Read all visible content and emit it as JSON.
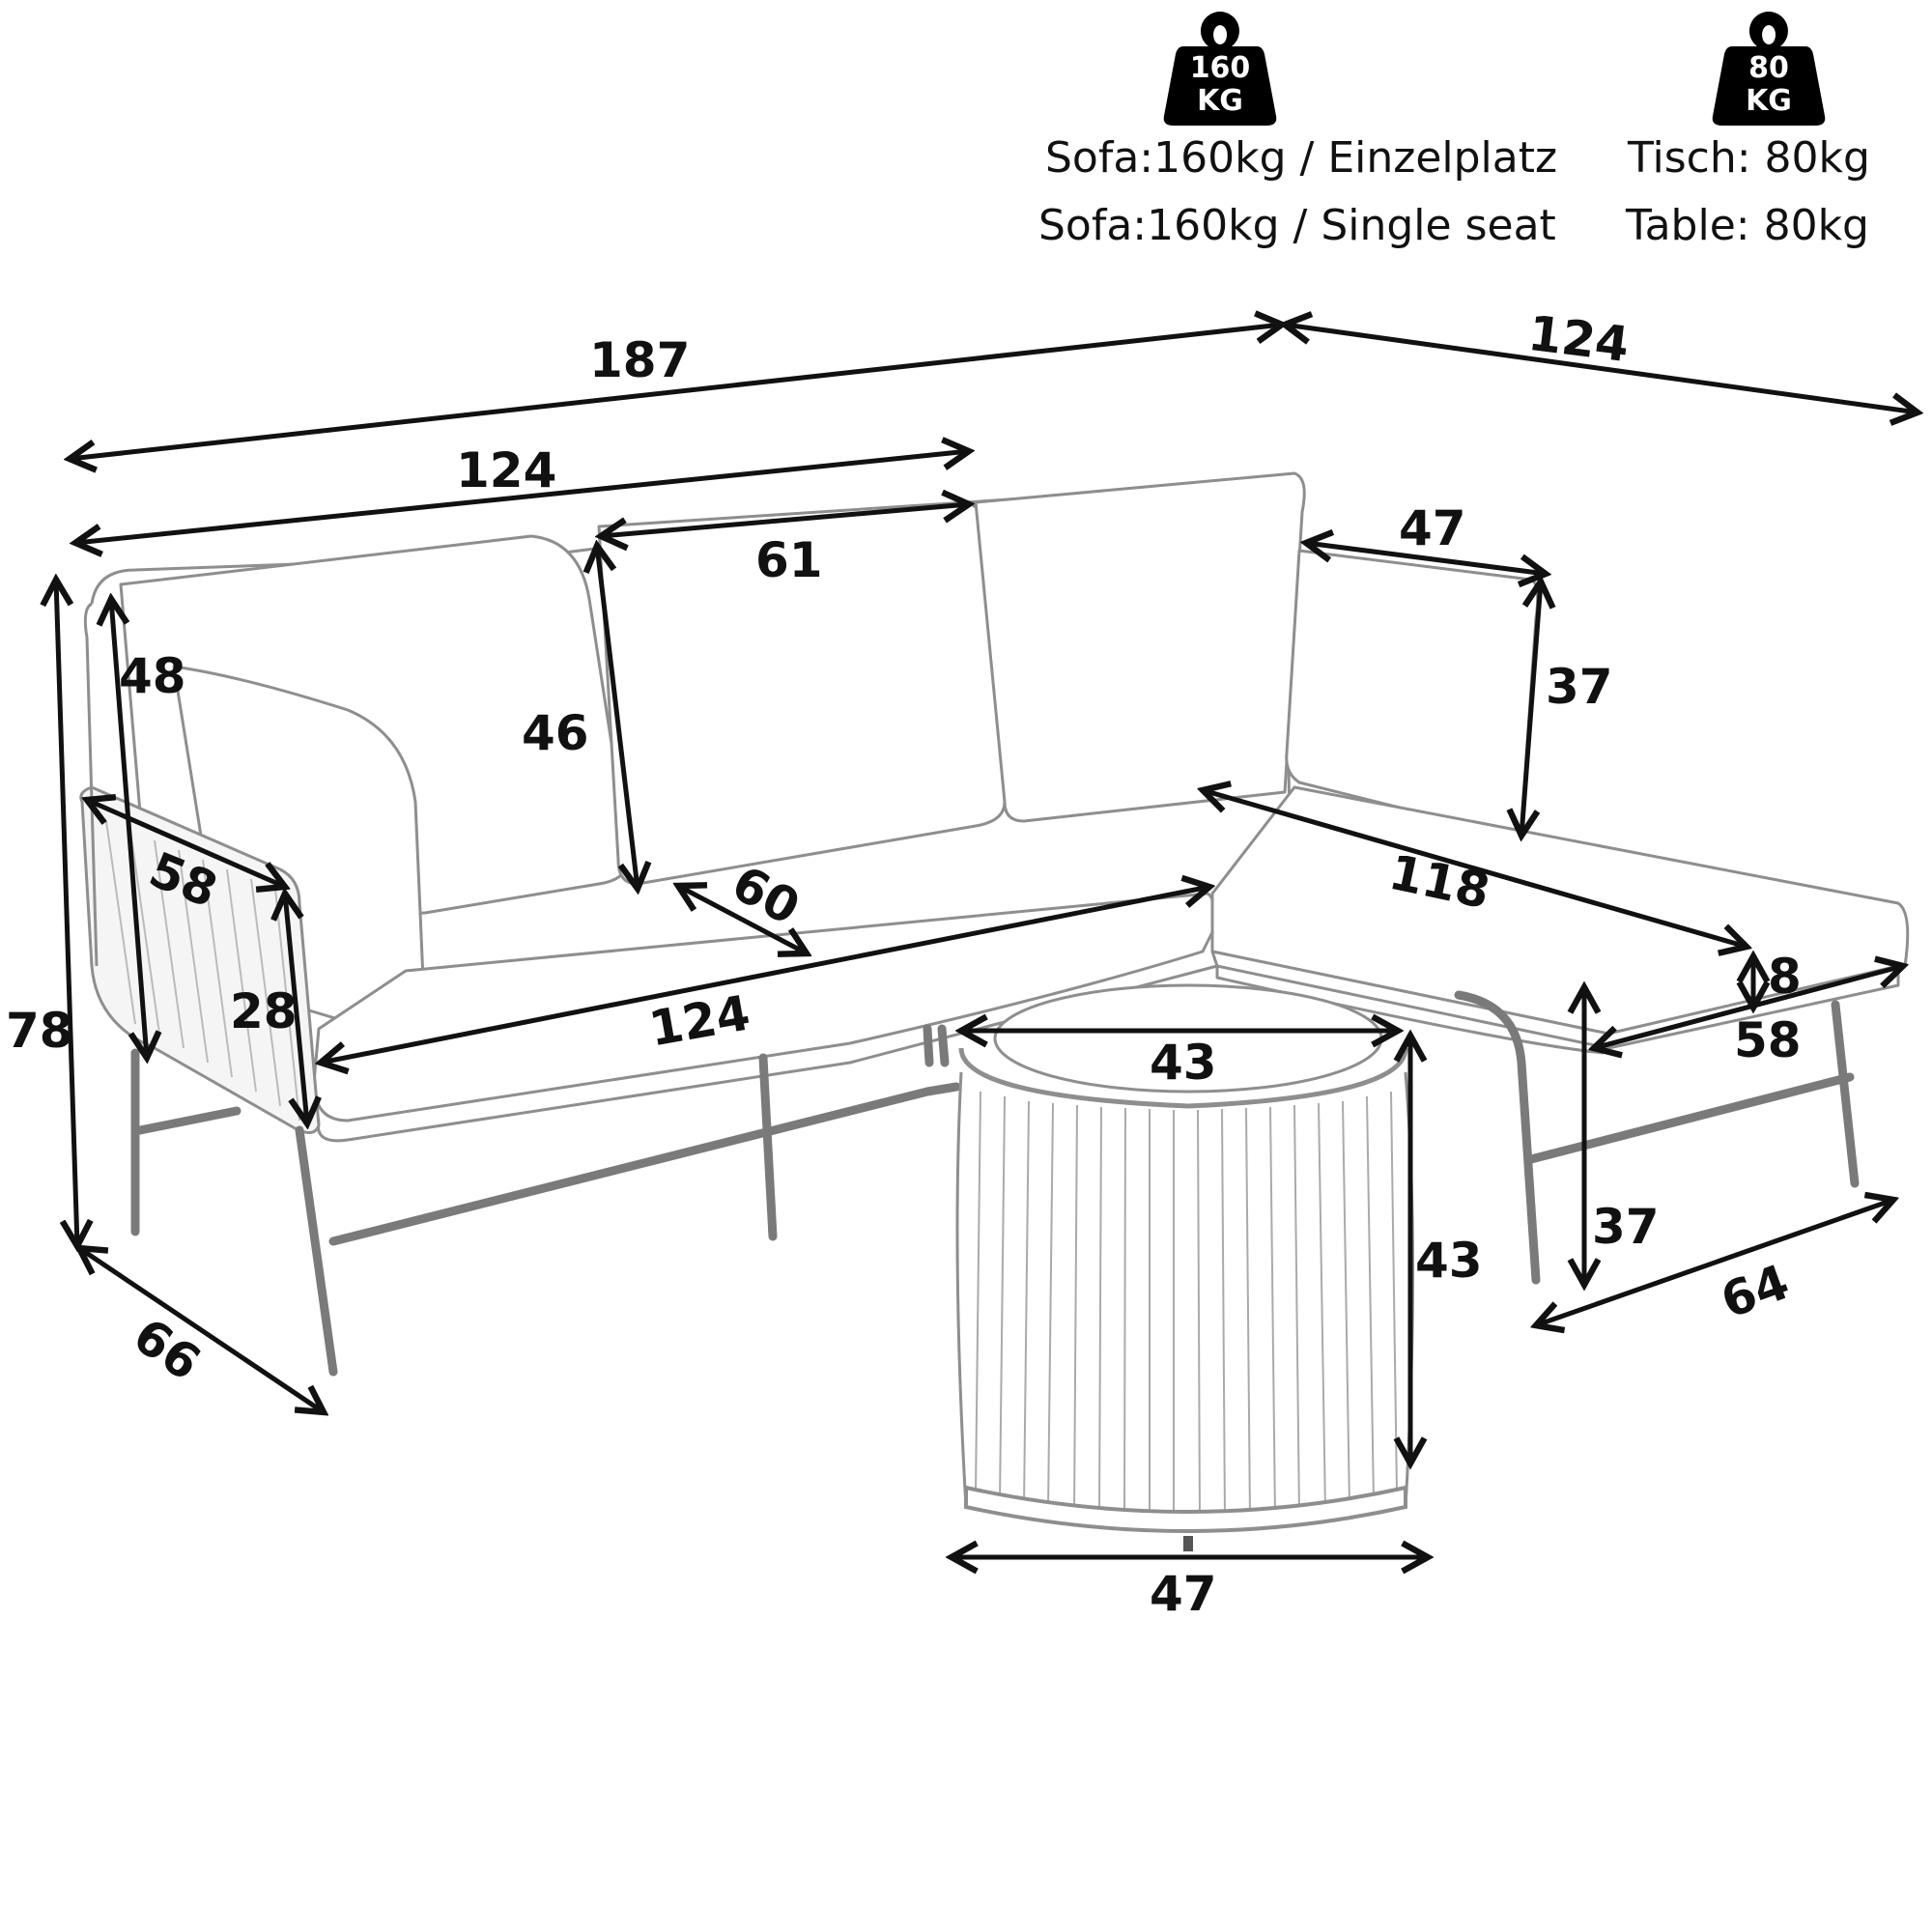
{
  "weight_capacity": {
    "sofa_icon": {
      "number": "160",
      "unit": "KG",
      "icon": "weight-icon"
    },
    "table_icon": {
      "number": "80",
      "unit": "KG",
      "icon": "weight-icon"
    },
    "sofa_de": "Sofa:160kg / Einzelplatz",
    "sofa_en": "Sofa:160kg / Single seat",
    "table_de": "Tisch: 80kg",
    "table_en": "Table: 80kg"
  },
  "dimensions": {
    "total_length": "187",
    "chaise_length_top": "124",
    "sofa_length_top": "124",
    "seat_cushion_width": "61",
    "side_cushion_width": "47",
    "back_height_left": "48",
    "back_cushion_height": "46",
    "side_cushion_height": "37",
    "armrest_depth": "58",
    "seat_depth": "60",
    "chaise_depth_118": "118",
    "cushion_thickness": "8",
    "armrest_height": "28",
    "front_seat_length": "124",
    "chaise_end_width": "58",
    "overall_height": "78",
    "table_top_diameter": "43",
    "table_height": "43",
    "chaise_seat_height": "37",
    "chaise_leg_span": "64",
    "sofa_depth": "66",
    "table_base_diameter": "47"
  },
  "colors": {
    "ink": "#111111",
    "background": "#ffffff",
    "outline": "#9a9a9a"
  }
}
